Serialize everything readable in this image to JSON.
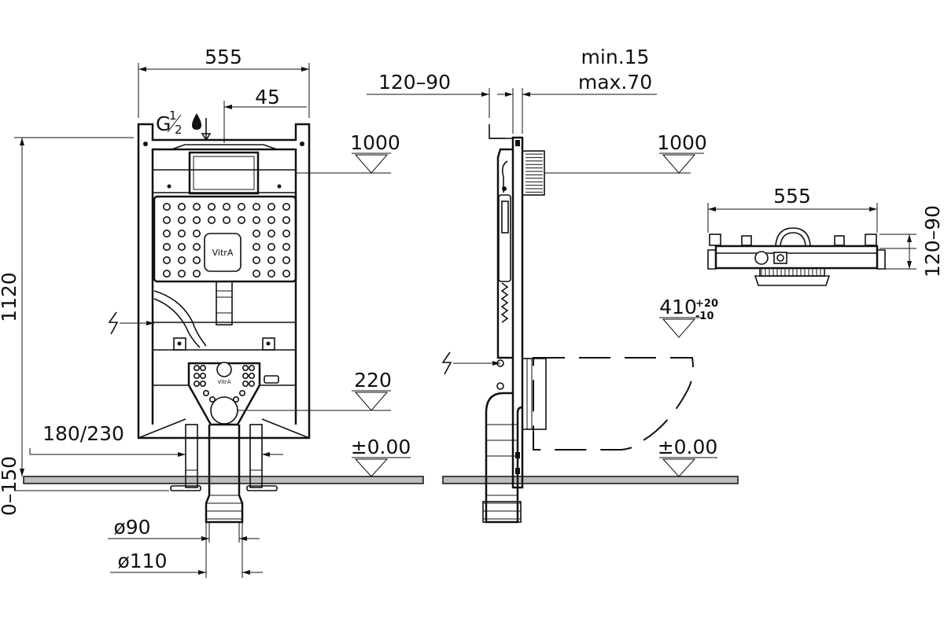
{
  "brand": "VitrA",
  "dimensions": {
    "front_width": "555",
    "inlet_offset": "45",
    "thread_base": "G",
    "thread_num": "1",
    "thread_den": "2",
    "height": "1120",
    "leg_range": "0–150",
    "foot_spacing": "180/230",
    "pipe_inner": "ø90",
    "pipe_outer": "ø110",
    "side_depth": "120–90",
    "wall_min": "min.15",
    "wall_max": "max.70",
    "top_width": "555",
    "top_depth": "120–90"
  },
  "levels": {
    "flush_front": "1000",
    "drain": "220",
    "floor_front": "±0.00",
    "flush_side": "1000",
    "bowl_base": "410",
    "bowl_tol_plus": "+20",
    "bowl_tol_minus": "-10",
    "floor_side": "±0.00"
  }
}
